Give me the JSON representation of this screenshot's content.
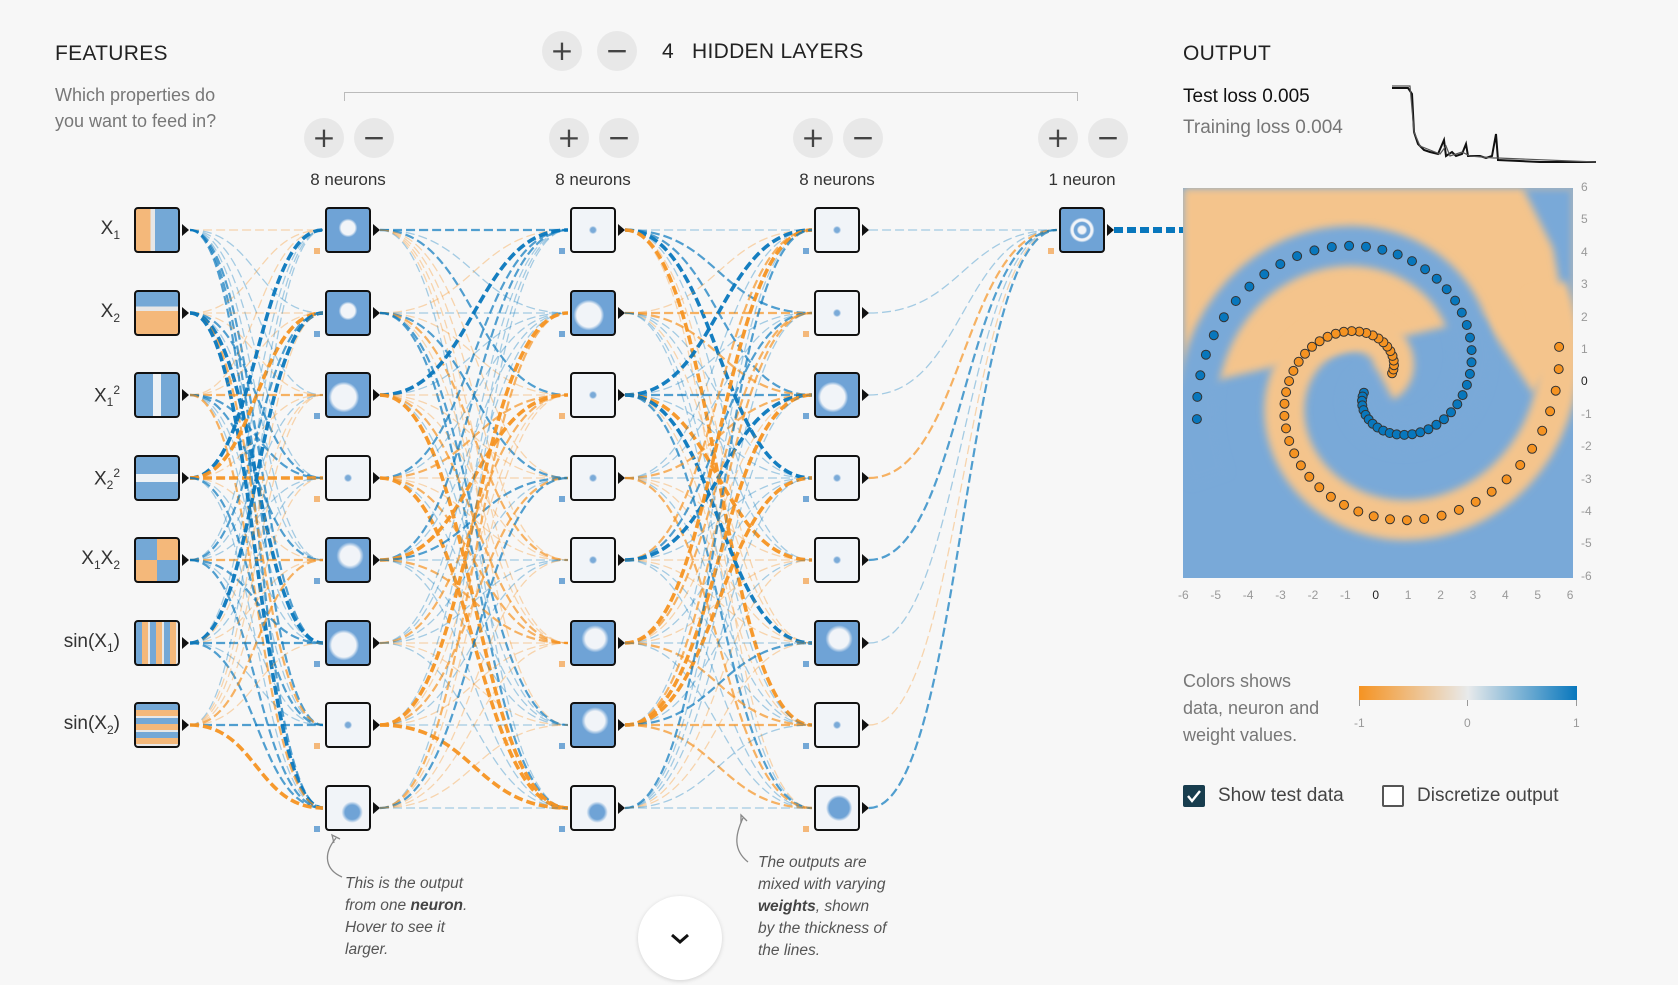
{
  "features": {
    "title": "FEATURES",
    "subtitle_line1": "Which properties do",
    "subtitle_line2": "you want to feed in?",
    "items": [
      {
        "base": "X",
        "sub": "1",
        "sup": ""
      },
      {
        "base": "X",
        "sub": "2",
        "sup": ""
      },
      {
        "base": "X",
        "sub": "1",
        "sup": "2"
      },
      {
        "base": "X",
        "sub": "2",
        "sup": "2"
      },
      {
        "base": "X",
        "sub": "1",
        "base2": "X",
        "sub2": "2"
      },
      {
        "base": "sin(X",
        "sub": "1",
        "tail": ")"
      },
      {
        "base": "sin(X",
        "sub": "2",
        "tail": ")"
      }
    ]
  },
  "network": {
    "layer_count": "4",
    "hidden_layers_label": "HIDDEN LAYERS",
    "add_symbol": "+",
    "remove_symbol": "−",
    "layers": [
      {
        "neurons_label": "8 neurons"
      },
      {
        "neurons_label": "8 neurons"
      },
      {
        "neurons_label": "8 neurons"
      },
      {
        "neurons_label": "1 neuron"
      }
    ]
  },
  "annotations": {
    "neuron_note": [
      "This is the output",
      "from one ",
      "neuron",
      ".",
      "Hover to see it",
      "larger."
    ],
    "weights_note": [
      "The outputs are",
      "mixed with varying",
      "weights",
      ", shown",
      "by the thickness of",
      "the lines."
    ]
  },
  "output": {
    "title": "OUTPUT",
    "test_loss_label": "Test loss 0.005",
    "training_loss_label": "Training loss 0.004",
    "x_ticks": [
      "-6",
      "-5",
      "-4",
      "-3",
      "-2",
      "-1",
      "0",
      "1",
      "2",
      "3",
      "4",
      "5",
      "6"
    ],
    "y_ticks": [
      "6",
      "5",
      "4",
      "3",
      "2",
      "1",
      "0",
      "-1",
      "-2",
      "-3",
      "-4",
      "-5",
      "-6"
    ],
    "legend_text_1": "Colors shows",
    "legend_text_2": "data, neuron and",
    "legend_text_3": "weight values.",
    "scale_min": "-1",
    "scale_mid": "0",
    "scale_max": "1",
    "show_test_data_label": "Show test data",
    "show_test_data_checked": true,
    "discretize_label": "Discretize output",
    "discretize_checked": false
  },
  "colors": {
    "orange": "#f59322",
    "blue": "#0877bd",
    "light_orange": "#f4b87a",
    "light_blue": "#74a8d6",
    "background": "#f7f7f7"
  },
  "icons": {
    "scroll_down": "chevron-down-icon",
    "check": "check-icon"
  }
}
